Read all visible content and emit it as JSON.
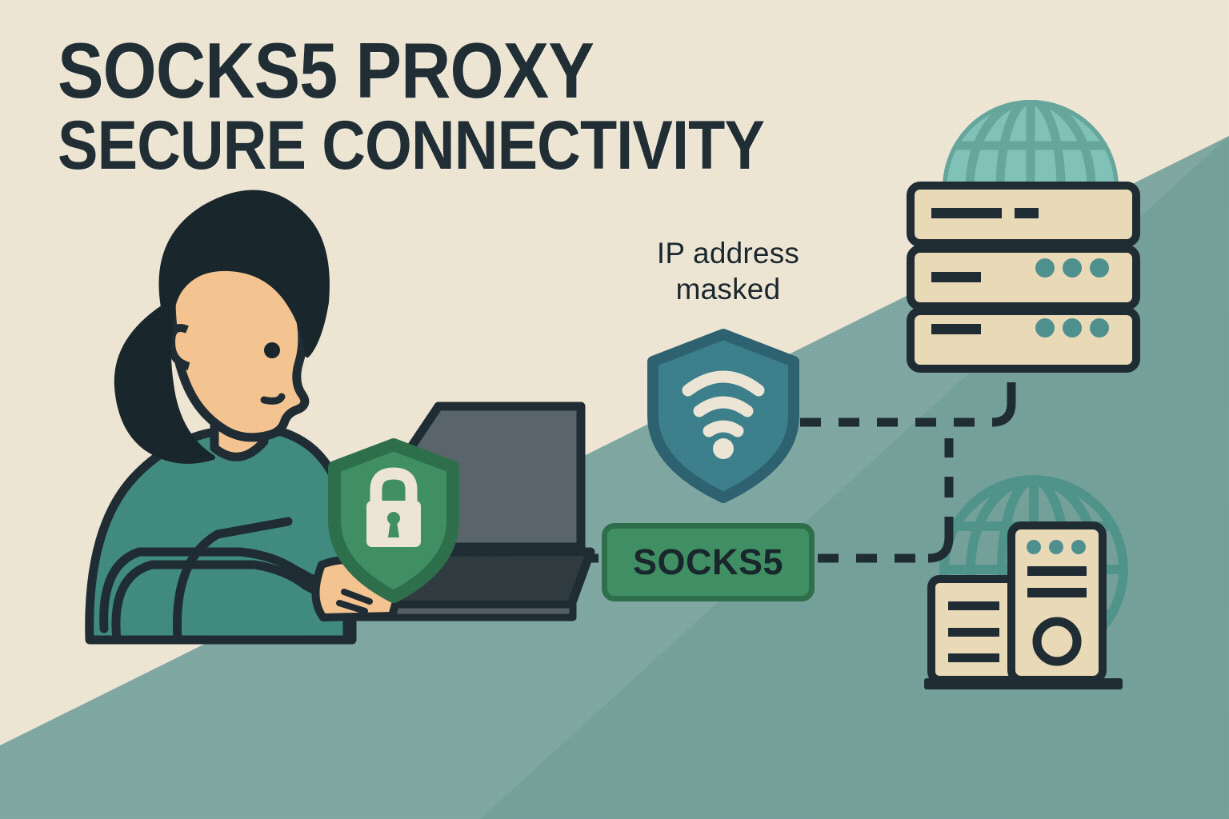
{
  "title": {
    "line1": "SOCKS5 PROXY",
    "line2": "SECURE CONNECTIVITY"
  },
  "caption": {
    "line1": "IP address",
    "line2": "masked"
  },
  "badge": {
    "label": "SOCKS5"
  },
  "icons": {
    "lock_shield": "lock-shield-icon",
    "wifi_shield": "wifi-shield-icon",
    "server_rack": "server-rack-icon",
    "server_towers": "server-towers-icon",
    "globe_top": "globe-icon",
    "globe_bottom": "globe-icon",
    "laptop": "laptop-icon",
    "person": "person-at-laptop-illustration"
  },
  "colors": {
    "background_cream": "#f0e8d5",
    "background_teal": "#7fa8a2",
    "background_teal_dark": "#6b9a95",
    "ink": "#1e2c33",
    "shirt_teal": "#3f8b80",
    "skin": "#f6c491",
    "hair": "#16242b",
    "shield_green": "#3f8f62",
    "shield_green_dark": "#2d6e4a",
    "shield_blue": "#3b7f8c",
    "shield_blue_dark": "#2c6170",
    "server_cream": "#ecdcb8",
    "accent_dot_teal": "#4e9190",
    "globe_teal": "#5c9e96",
    "laptop_dark": "#2f3a3f",
    "laptop_screen": "#59646a"
  },
  "connections": [
    {
      "from": "laptop",
      "to": "socks5-badge",
      "style": "dashed"
    },
    {
      "from": "socks5-badge",
      "to": "server-towers",
      "style": "dashed"
    },
    {
      "from": "wifi-shield",
      "to": "server-rack",
      "style": "dashed"
    }
  ]
}
